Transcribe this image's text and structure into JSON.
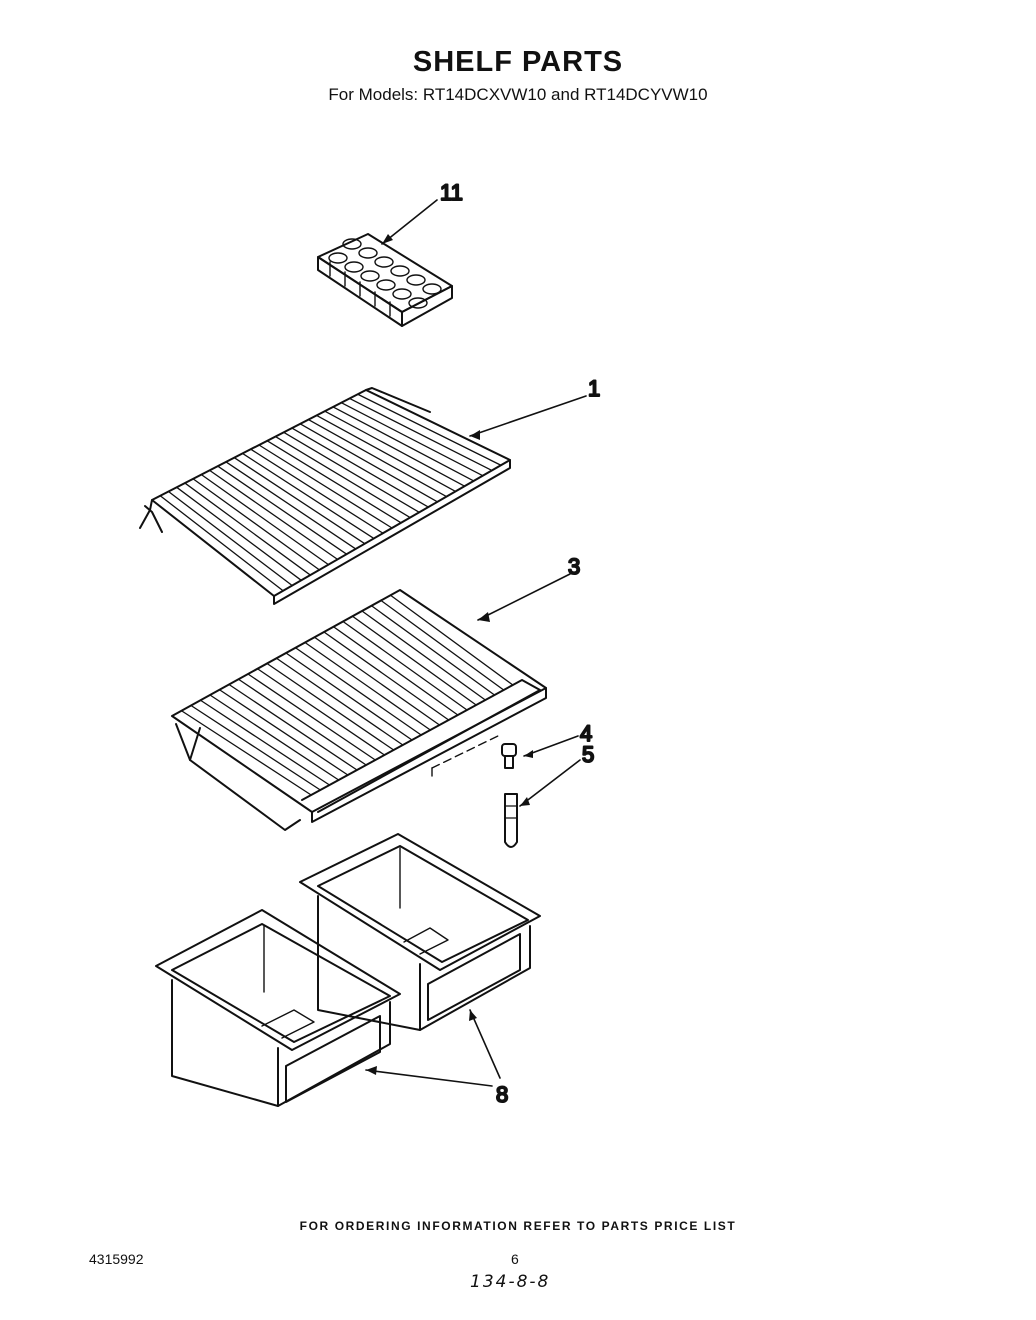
{
  "title": "SHELF PARTS",
  "subtitle": "For Models: RT14DCXVW10 and RT14DCYVW10",
  "callouts": {
    "ice_tray": "11",
    "wire_shelf": "1",
    "crisper_shelf": "3",
    "cap": "4",
    "pin": "5",
    "crisper_pans": "8"
  },
  "footer": {
    "ordering_note": "FOR ORDERING INFORMATION REFER TO PARTS PRICE LIST",
    "doc_number": "4315992",
    "page_number": "6",
    "handwritten_code": "134-8-8"
  }
}
